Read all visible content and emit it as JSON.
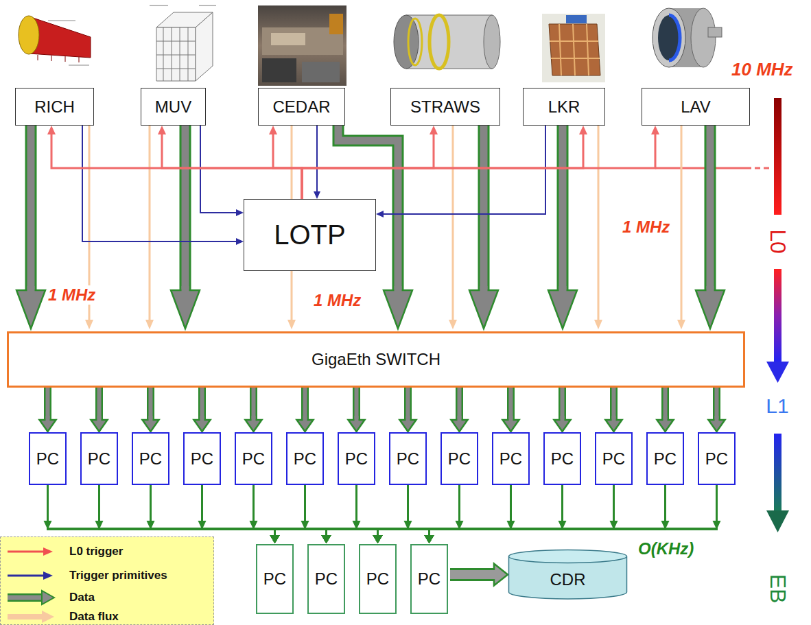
{
  "diagram": {
    "nodes": [
      {
        "text": [
          "RICH"
        ]
      },
      {
        "text": [
          "MUV"
        ]
      },
      {
        "text": [
          "CEDAR"
        ]
      },
      {
        "text": [
          "STRAWS"
        ]
      },
      {
        "text": [
          "LKR"
        ]
      },
      {
        "text": [
          "LAV"
        ]
      },
      {
        "text": [
          "LOTP"
        ]
      },
      {
        "text": [
          "GigaEth SWITCH"
        ]
      },
      {
        "text": [
          "PC"
        ]
      },
      {
        "text": [
          "PC"
        ]
      },
      {
        "text": [
          "PC"
        ]
      },
      {
        "text": [
          "PC"
        ]
      },
      {
        "text": [
          "PC"
        ]
      },
      {
        "text": [
          "PC"
        ]
      },
      {
        "text": [
          "PC"
        ]
      },
      {
        "text": [
          "PC"
        ]
      },
      {
        "text": [
          "PC"
        ]
      },
      {
        "text": [
          "PC"
        ]
      },
      {
        "text": [
          "PC"
        ]
      },
      {
        "text": [
          "PC"
        ]
      },
      {
        "text": [
          "PC"
        ]
      },
      {
        "text": [
          "PC"
        ]
      },
      {
        "text": [
          "PC"
        ]
      },
      {
        "text": [
          "PC"
        ]
      },
      {
        "text": [
          "PC"
        ]
      },
      {
        "text": [
          "PC"
        ]
      },
      {
        "text": [
          "CDR"
        ]
      }
    ],
    "edges": [
      {
        "from": 0,
        "to": 7,
        "arrow": "to"
      },
      {
        "from": 1,
        "to": 7,
        "arrow": "to"
      },
      {
        "from": 2,
        "to": 7,
        "arrow": "to"
      },
      {
        "from": 3,
        "to": 7,
        "arrow": "to"
      },
      {
        "from": 4,
        "to": 7,
        "arrow": "to"
      },
      {
        "from": 5,
        "to": 7,
        "arrow": "to"
      },
      {
        "from": 0,
        "to": 7,
        "arrow": "to"
      },
      {
        "from": 1,
        "to": 7,
        "arrow": "to"
      },
      {
        "from": 2,
        "to": 7,
        "arrow": "to"
      },
      {
        "from": 3,
        "to": 7,
        "arrow": "to"
      },
      {
        "from": 4,
        "to": 7,
        "arrow": "to"
      },
      {
        "from": 5,
        "to": 7,
        "arrow": "to"
      },
      {
        "from": 0,
        "to": 6,
        "arrow": "to"
      },
      {
        "from": 1,
        "to": 6,
        "arrow": "to"
      },
      {
        "from": 2,
        "to": 6,
        "arrow": "to"
      },
      {
        "from": 4,
        "to": 6,
        "arrow": "to"
      },
      {
        "from": 6,
        "to": 0,
        "arrow": "to"
      },
      {
        "from": 6,
        "to": 1,
        "arrow": "to"
      },
      {
        "from": 6,
        "to": 2,
        "arrow": "to"
      },
      {
        "from": 6,
        "to": 3,
        "arrow": "to"
      },
      {
        "from": 6,
        "to": 4,
        "arrow": "to"
      },
      {
        "from": 6,
        "to": 5,
        "arrow": "to"
      },
      {
        "from": 7,
        "to": 8,
        "arrow": "to"
      },
      {
        "from": 7,
        "to": 9,
        "arrow": "to"
      },
      {
        "from": 7,
        "to": 10,
        "arrow": "to"
      },
      {
        "from": 7,
        "to": 11,
        "arrow": "to"
      },
      {
        "from": 7,
        "to": 12,
        "arrow": "to"
      },
      {
        "from": 7,
        "to": 13,
        "arrow": "to"
      },
      {
        "from": 7,
        "to": 14,
        "arrow": "to"
      },
      {
        "from": 7,
        "to": 15,
        "arrow": "to"
      },
      {
        "from": 7,
        "to": 16,
        "arrow": "to"
      },
      {
        "from": 7,
        "to": 17,
        "arrow": "to"
      },
      {
        "from": 7,
        "to": 18,
        "arrow": "to"
      },
      {
        "from": 7,
        "to": 19,
        "arrow": "to"
      },
      {
        "from": 7,
        "to": 20,
        "arrow": "to"
      },
      {
        "from": 7,
        "to": 21,
        "arrow": "to"
      },
      {
        "from": 8,
        "to": 22,
        "arrow": "to"
      },
      {
        "from": 8,
        "to": 23,
        "arrow": "to"
      },
      {
        "from": 8,
        "to": 24,
        "arrow": "to"
      },
      {
        "from": 8,
        "to": 25,
        "arrow": "to"
      },
      {
        "from": 9,
        "to": 22,
        "arrow": "to"
      },
      {
        "from": 9,
        "to": 23,
        "arrow": "to"
      },
      {
        "from": 9,
        "to": 24,
        "arrow": "to"
      },
      {
        "from": 9,
        "to": 25,
        "arrow": "to"
      },
      {
        "from": 10,
        "to": 22,
        "arrow": "to"
      },
      {
        "from": 10,
        "to": 23,
        "arrow": "to"
      },
      {
        "from": 10,
        "to": 24,
        "arrow": "to"
      },
      {
        "from": 10,
        "to": 25,
        "arrow": "to"
      },
      {
        "from": 11,
        "to": 22,
        "arrow": "to"
      },
      {
        "from": 11,
        "to": 23,
        "arrow": "to"
      },
      {
        "from": 11,
        "to": 24,
        "arrow": "to"
      },
      {
        "from": 11,
        "to": 25,
        "arrow": "to"
      },
      {
        "from": 12,
        "to": 22,
        "arrow": "to"
      },
      {
        "from": 12,
        "to": 23,
        "arrow": "to"
      },
      {
        "from": 12,
        "to": 24,
        "arrow": "to"
      },
      {
        "from": 12,
        "to": 25,
        "arrow": "to"
      },
      {
        "from": 13,
        "to": 22,
        "arrow": "to"
      },
      {
        "from": 13,
        "to": 23,
        "arrow": "to"
      },
      {
        "from": 13,
        "to": 24,
        "arrow": "to"
      },
      {
        "from": 13,
        "to": 25,
        "arrow": "to"
      },
      {
        "from": 14,
        "to": 22,
        "arrow": "to"
      },
      {
        "from": 14,
        "to": 23,
        "arrow": "to"
      },
      {
        "from": 14,
        "to": 24,
        "arrow": "to"
      },
      {
        "from": 14,
        "to": 25,
        "arrow": "to"
      },
      {
        "from": 15,
        "to": 22,
        "arrow": "to"
      },
      {
        "from": 15,
        "to": 23,
        "arrow": "to"
      },
      {
        "from": 15,
        "to": 24,
        "arrow": "to"
      },
      {
        "from": 15,
        "to": 25,
        "arrow": "to"
      },
      {
        "from": 16,
        "to": 22,
        "arrow": "to"
      },
      {
        "from": 16,
        "to": 23,
        "arrow": "to"
      },
      {
        "from": 16,
        "to": 24,
        "arrow": "to"
      },
      {
        "from": 16,
        "to": 25,
        "arrow": "to"
      },
      {
        "from": 17,
        "to": 22,
        "arrow": "to"
      },
      {
        "from": 17,
        "to": 23,
        "arrow": "to"
      },
      {
        "from": 17,
        "to": 24,
        "arrow": "to"
      },
      {
        "from": 17,
        "to": 25,
        "arrow": "to"
      },
      {
        "from": 18,
        "to": 22,
        "arrow": "to"
      },
      {
        "from": 18,
        "to": 23,
        "arrow": "to"
      },
      {
        "from": 18,
        "to": 24,
        "arrow": "to"
      },
      {
        "from": 18,
        "to": 25,
        "arrow": "to"
      },
      {
        "from": 19,
        "to": 22,
        "arrow": "to"
      },
      {
        "from": 19,
        "to": 23,
        "arrow": "to"
      },
      {
        "from": 19,
        "to": 24,
        "arrow": "to"
      },
      {
        "from": 19,
        "to": 25,
        "arrow": "to"
      },
      {
        "from": 20,
        "to": 22,
        "arrow": "to"
      },
      {
        "from": 20,
        "to": 23,
        "arrow": "to"
      },
      {
        "from": 20,
        "to": 24,
        "arrow": "to"
      },
      {
        "from": 20,
        "to": 25,
        "arrow": "to"
      },
      {
        "from": 21,
        "to": 22,
        "arrow": "to"
      },
      {
        "from": 21,
        "to": 23,
        "arrow": "to"
      },
      {
        "from": 21,
        "to": 24,
        "arrow": "to"
      },
      {
        "from": 21,
        "to": 25,
        "arrow": "to"
      },
      {
        "from": 25,
        "to": 26,
        "arrow": "to"
      }
    ],
    "labels": [
      "10 MHz",
      "1 MHz",
      "1 MHz",
      "1 MHz",
      "O(KHz)",
      "L0",
      "L1",
      "EB"
    ],
    "legend": [
      {
        "text": "L0 trigger"
      },
      {
        "text": "Trigger primitives"
      },
      {
        "text": "Data"
      },
      {
        "text": "Data flux"
      }
    ]
  }
}
